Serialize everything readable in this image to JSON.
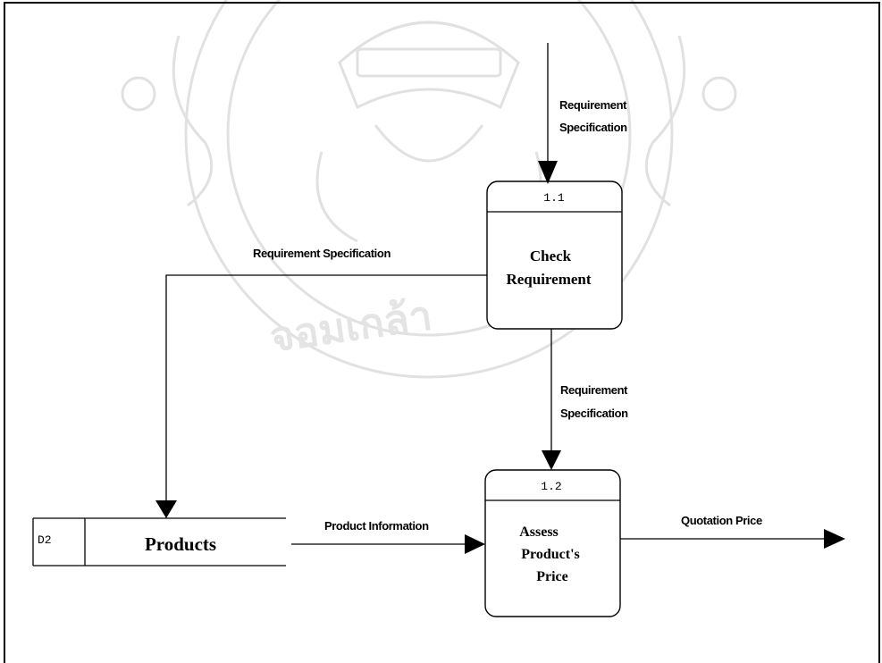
{
  "diagram": {
    "processes": [
      {
        "id": "1.1",
        "name_lines": [
          "Check",
          "Requirement"
        ]
      },
      {
        "id": "1.2",
        "name_lines": [
          "Assess",
          "Product's",
          "Price"
        ]
      }
    ],
    "data_store": {
      "id": "D2",
      "name": "Products"
    },
    "flows": [
      {
        "label_lines": [
          "Requirement",
          "Specification"
        ]
      },
      {
        "label_lines": [
          "Requirement Specification"
        ]
      },
      {
        "label_lines": [
          "Requirement",
          "Specification"
        ]
      },
      {
        "label_lines": [
          "Product Information"
        ]
      },
      {
        "label_lines": [
          "Quotation Price"
        ]
      }
    ]
  }
}
